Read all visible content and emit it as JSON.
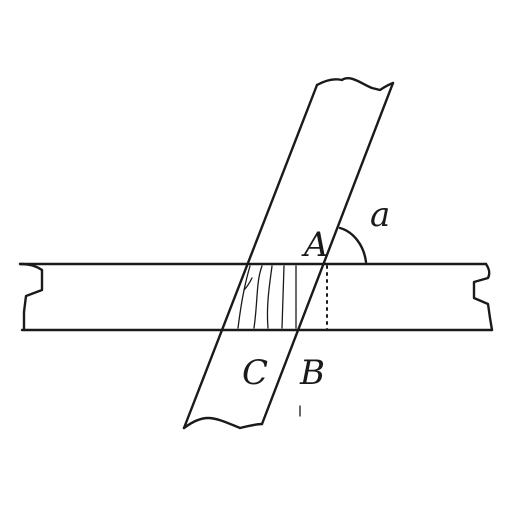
{
  "labels": {
    "angle": "a",
    "point_a": "A",
    "point_b": "B",
    "point_c": "C"
  }
}
